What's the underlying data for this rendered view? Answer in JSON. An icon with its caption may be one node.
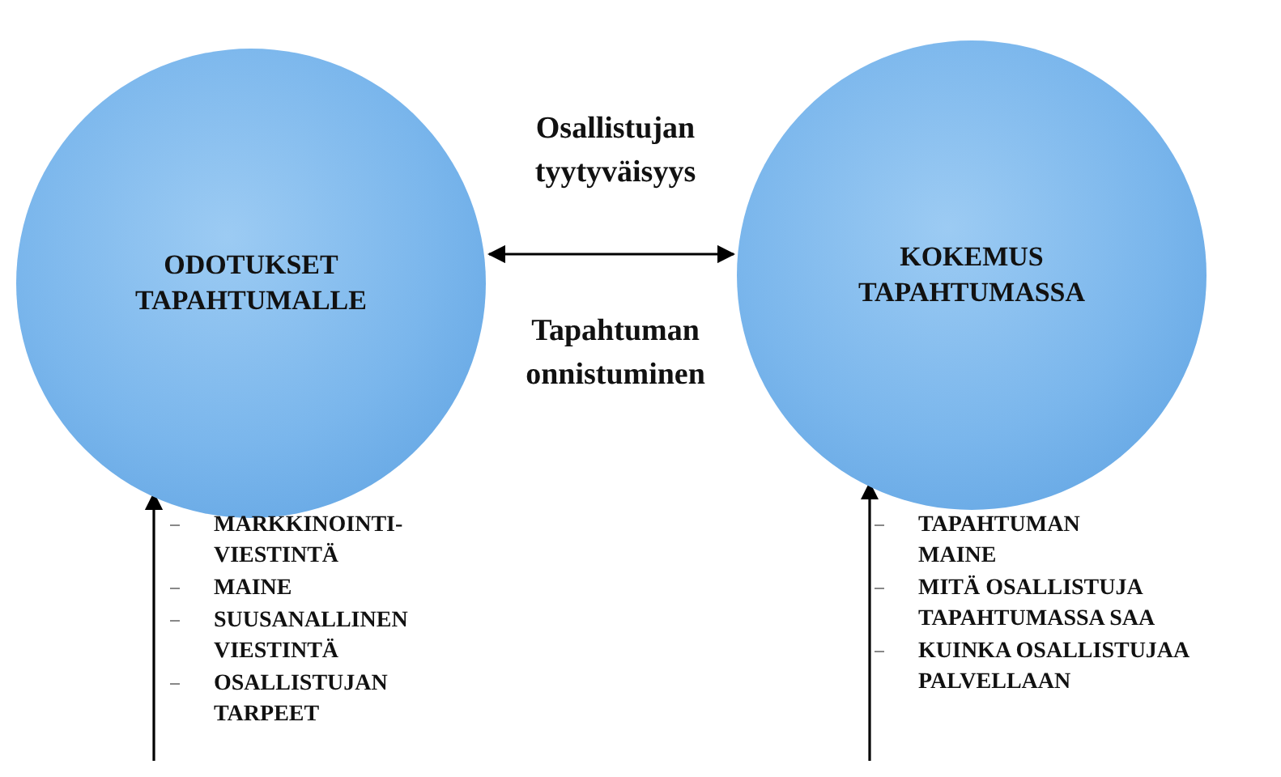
{
  "diagram": {
    "nodes": [
      {
        "text": [
          "ODOTUKSET TAPAHTUMALLE"
        ]
      },
      {
        "text": [
          "KOKEMUS TAPAHTUMASSA"
        ]
      }
    ],
    "edges": [
      {
        "from": 0,
        "to": 1,
        "arrow": "both"
      },
      {
        "from": null,
        "to": 0,
        "arrow": "to"
      },
      {
        "from": null,
        "to": 1,
        "arrow": "to"
      }
    ],
    "labels": [
      "Osallistujan tyytyväisyys",
      "Tapahtuman onnistuminen",
      "MARKKINOINTI- VIESTINTÄ",
      "MAINE",
      "SUUSANALLINEN VIESTINTÄ",
      "OSALLISTUJAN TARPEET",
      "TAPAHTUMAN MAINE",
      "MITÄ OSALLISTUJA TAPAHTUMASSA SAA",
      "KUINKA OSALLISTUJAA PALVELLAAN"
    ]
  }
}
